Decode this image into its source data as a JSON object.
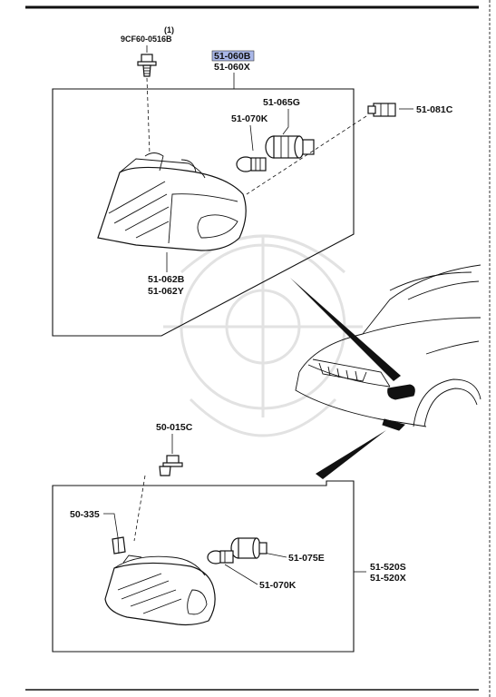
{
  "top_box": {
    "assembly_highlight": "51-060B",
    "assembly_alt": "51-060X",
    "screw_qty": "(1)",
    "screw_part": "9CF60-0516B",
    "socket": "51-065G",
    "bulb": "51-070K",
    "connector": "51-081C",
    "lamp_left": "51-062B",
    "lamp_right": "51-062Y"
  },
  "bottom_box": {
    "screw": "50-015C",
    "clip": "50-335",
    "socket": "51-075E",
    "bulb": "51-070K",
    "assembly_left": "51-520S",
    "assembly_right": "51-520X"
  },
  "colors": {
    "highlight": "#a9b7e8",
    "line": "#111111"
  }
}
